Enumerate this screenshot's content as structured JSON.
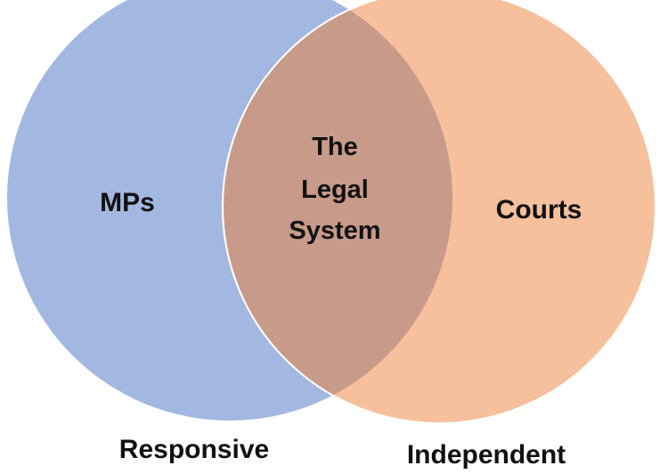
{
  "diagram": {
    "type": "venn",
    "sets": [
      {
        "id": "left",
        "label": "MPs",
        "caption": "Responsive",
        "color": "#a3b8e0"
      },
      {
        "id": "right",
        "label": "Courts",
        "caption": "Independent",
        "color": "#f5c09b"
      }
    ],
    "overlap": {
      "lines": [
        "The",
        "Legal",
        "System"
      ],
      "color": "#c79a8a"
    }
  }
}
